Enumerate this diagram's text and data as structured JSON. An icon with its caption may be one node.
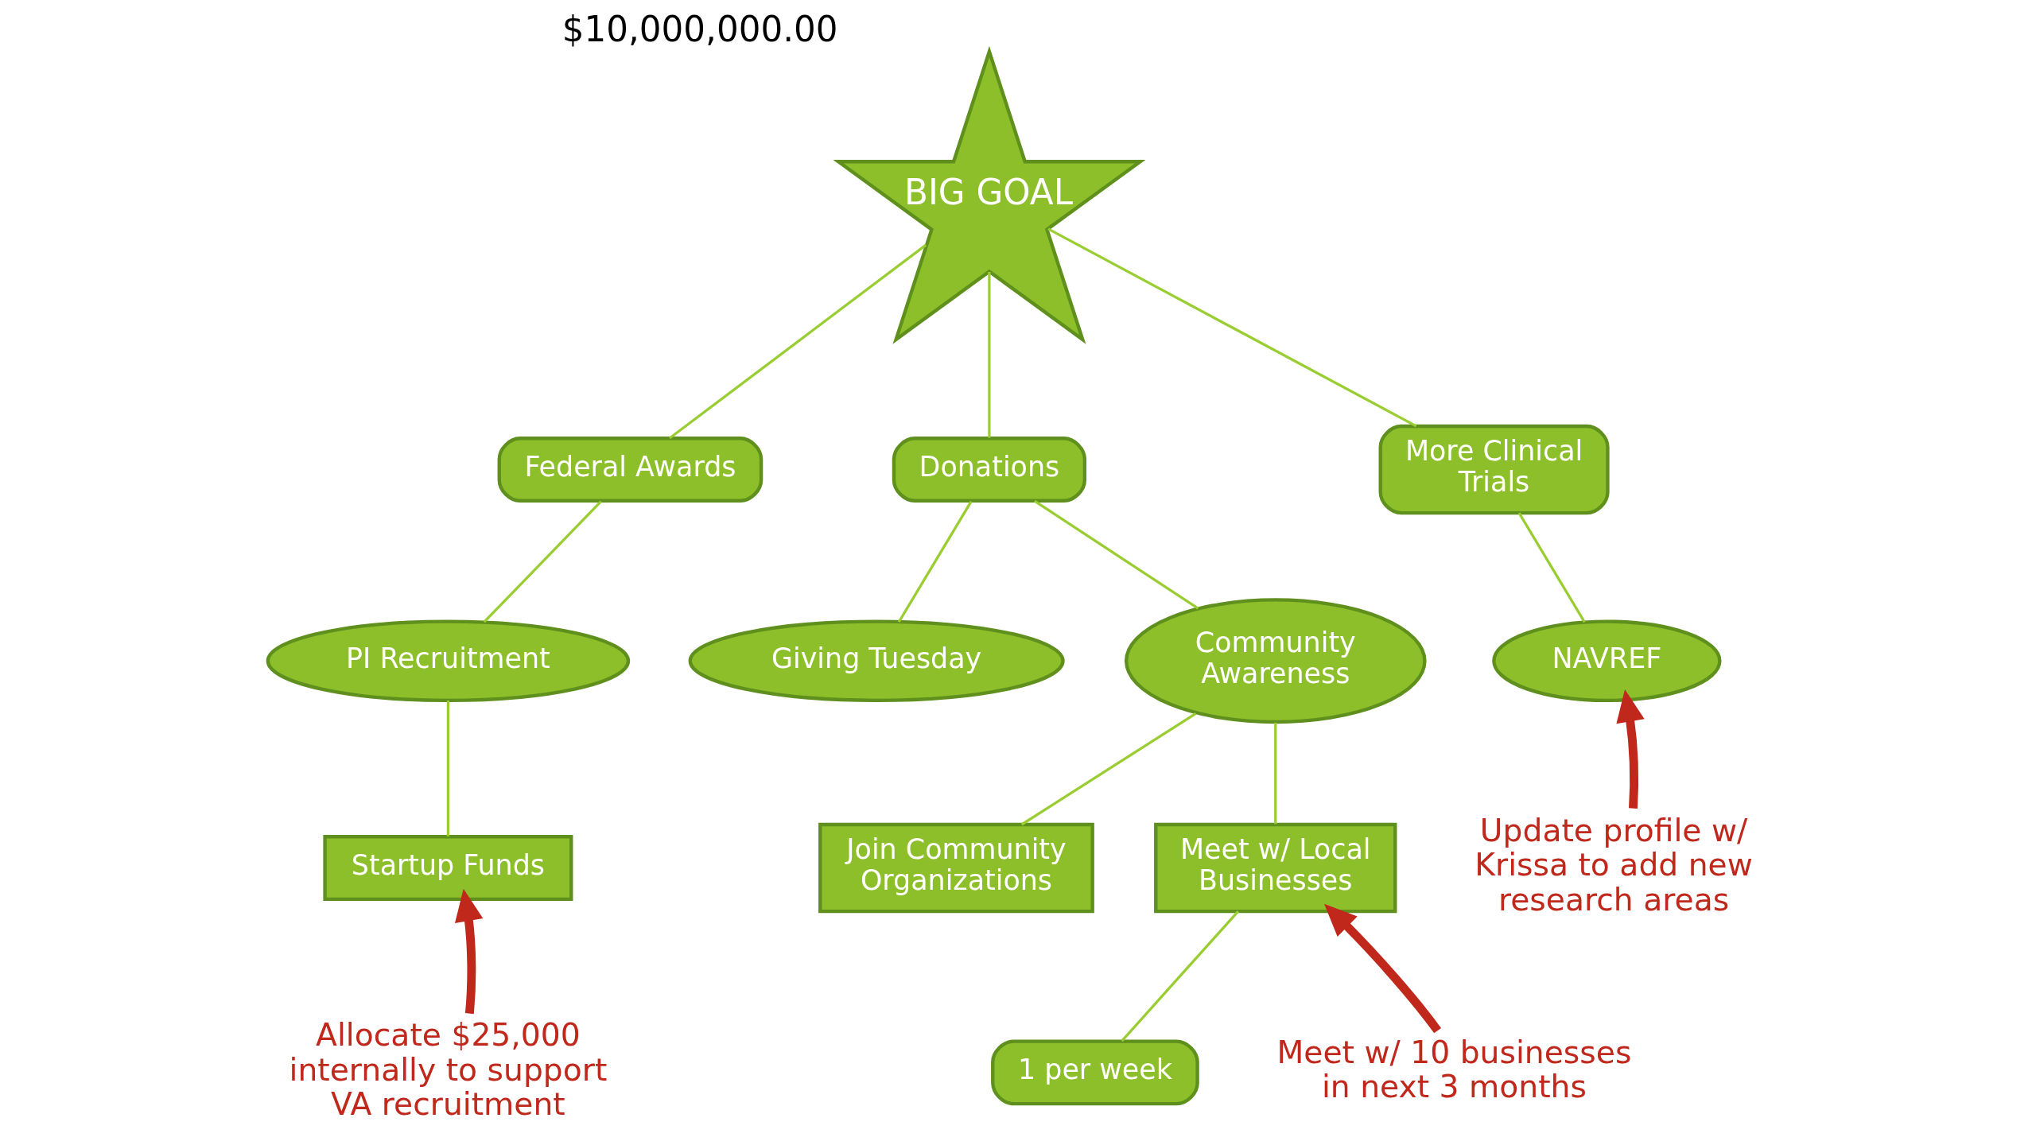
{
  "diagram": {
    "nodes": [
      {
        "text": [
          "BIG GOAL"
        ],
        "beside": [
          "$10,000,000.00"
        ]
      },
      {
        "text": [
          "Federal Awards"
        ]
      },
      {
        "text": [
          "Donations"
        ]
      },
      {
        "text": [
          "More Clinical Trials"
        ]
      },
      {
        "text": [
          "PI Recruitment"
        ]
      },
      {
        "text": [
          "Giving Tuesday"
        ]
      },
      {
        "text": [
          "Community Awareness"
        ]
      },
      {
        "text": [
          "NAVREF"
        ]
      },
      {
        "text": [
          "Startup Funds"
        ]
      },
      {
        "text": [
          "Join Community Organizations"
        ]
      },
      {
        "text": [
          "Meet w/ Local Businesses"
        ]
      },
      {
        "text": [
          "1 per week"
        ]
      },
      {
        "text": [
          "Allocate $25,000 internally to support VA recruitment"
        ]
      },
      {
        "text": [
          "Meet w/ 10 businesses in next 3 months"
        ]
      },
      {
        "text": [
          "Update profile w/ Krissa to add new research areas"
        ]
      }
    ],
    "edges": [
      {
        "from": 0,
        "to": 1,
        "arrow": "none"
      },
      {
        "from": 0,
        "to": 2,
        "arrow": "none"
      },
      {
        "from": 0,
        "to": 3,
        "arrow": "none"
      },
      {
        "from": 1,
        "to": 4,
        "arrow": "none"
      },
      {
        "from": 2,
        "to": 5,
        "arrow": "none"
      },
      {
        "from": 2,
        "to": 6,
        "arrow": "none"
      },
      {
        "from": 3,
        "to": 7,
        "arrow": "none"
      },
      {
        "from": 4,
        "to": 8,
        "arrow": "none"
      },
      {
        "from": 6,
        "to": 9,
        "arrow": "none"
      },
      {
        "from": 6,
        "to": 10,
        "arrow": "none"
      },
      {
        "from": 10,
        "to": 11,
        "arrow": "none"
      },
      {
        "from": 12,
        "to": 8,
        "arrow": "to",
        "style": "thick",
        "color": "#c0281c"
      },
      {
        "from": 13,
        "to": 10,
        "arrow": "to",
        "style": "thick",
        "color": "#c0281c"
      },
      {
        "from": 14,
        "to": 7,
        "arrow": "to",
        "style": "thick",
        "color": "#c0281c"
      }
    ]
  }
}
